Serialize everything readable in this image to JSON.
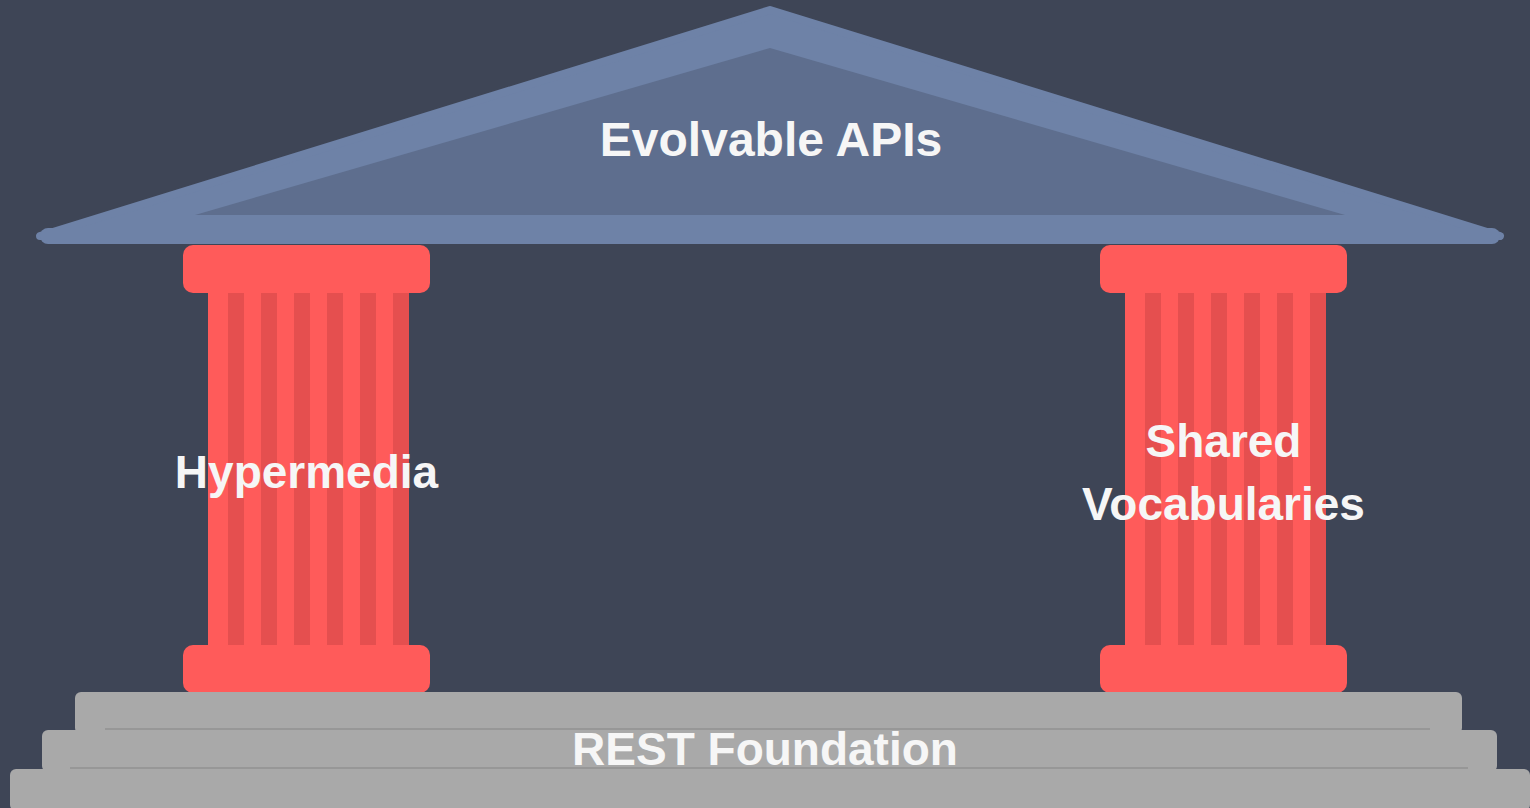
{
  "diagram": {
    "nodes": [
      {
        "text": [
          "Evolvable APIs"
        ]
      },
      {
        "text": [
          "Hypermedia"
        ]
      },
      {
        "text": [
          "Shared Vocabularies"
        ]
      },
      {
        "text": [
          "REST Foundation"
        ]
      }
    ]
  }
}
